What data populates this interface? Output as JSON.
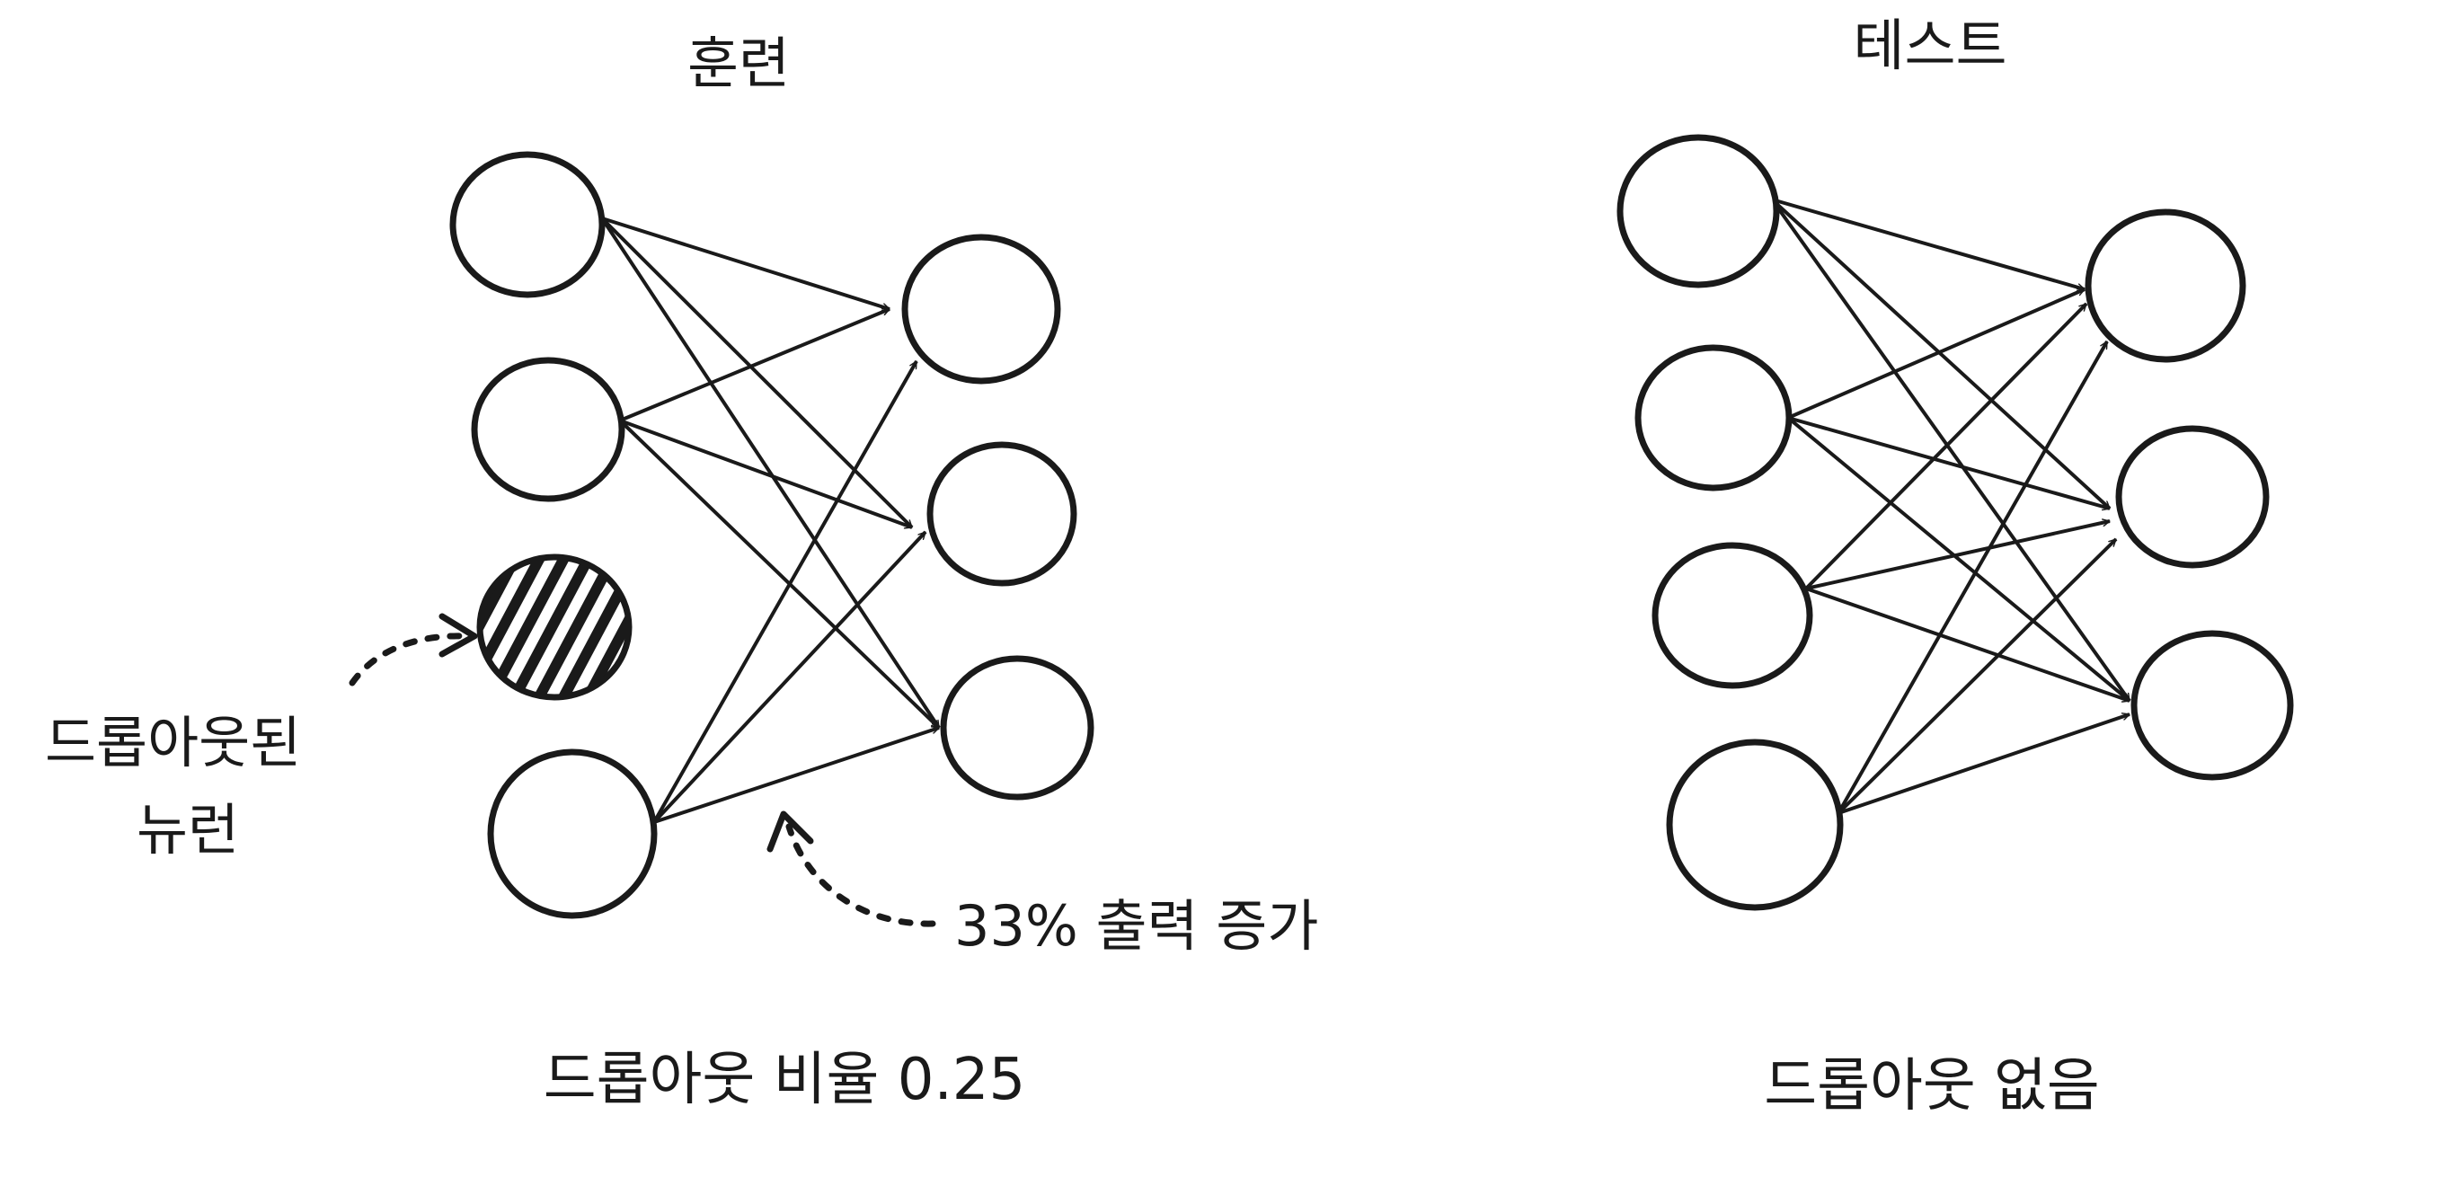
{
  "panels": {
    "training": {
      "title": "훈련",
      "caption": "드롭아웃 비율 0.25"
    },
    "test": {
      "title": "테스트",
      "caption": "드롭아웃 없음"
    }
  },
  "annotations": {
    "dropped_neuron_line1": "드롭아웃된",
    "dropped_neuron_line2": "뉴런",
    "output_increase": "33% 출력 증가"
  }
}
